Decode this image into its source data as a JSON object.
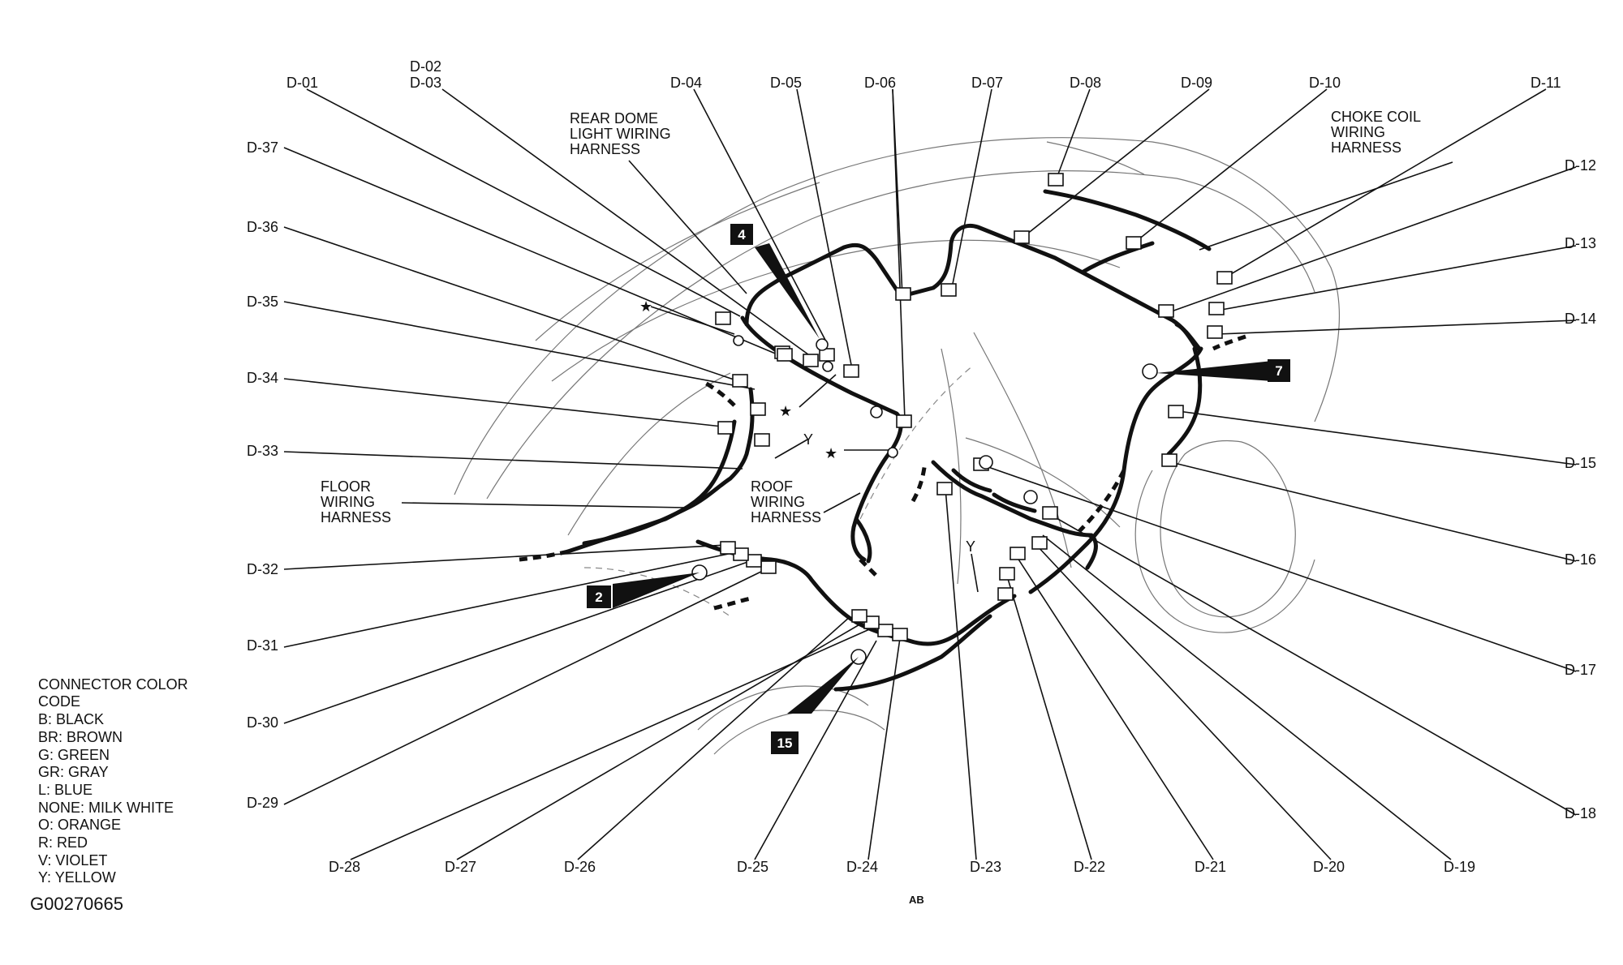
{
  "connectors_top": [
    "D-01",
    "D-02",
    "D-03",
    "D-04",
    "D-05",
    "D-06",
    "D-07",
    "D-08",
    "D-09",
    "D-10",
    "D-11"
  ],
  "connectors_right": [
    "D-12",
    "D-13",
    "D-14",
    "D-15",
    "D-16",
    "D-17",
    "D-18"
  ],
  "connectors_bottom": [
    "D-28",
    "D-27",
    "D-26",
    "D-25",
    "D-24",
    "D-23",
    "D-22",
    "D-21",
    "D-20",
    "D-19"
  ],
  "connectors_left": [
    "D-37",
    "D-36",
    "D-35",
    "D-34",
    "D-33",
    "D-32",
    "D-31",
    "D-30",
    "D-29"
  ],
  "harness_labels": {
    "rear_dome": [
      "REAR DOME",
      "LIGHT WIRING",
      "HARNESS"
    ],
    "choke_coil": [
      "CHOKE COIL",
      "WIRING",
      "HARNESS"
    ],
    "floor": [
      "FLOOR",
      "WIRING",
      "HARNESS"
    ],
    "roof": [
      "ROOF",
      "WIRING",
      "HARNESS"
    ]
  },
  "ground_badges": [
    "4",
    "7",
    "2",
    "15"
  ],
  "markers": {
    "star": "★",
    "yellow": "Y"
  },
  "legend": {
    "title": [
      "CONNECTOR COLOR",
      "CODE"
    ],
    "items": [
      "B: BLACK",
      "BR: BROWN",
      "G: GREEN",
      "GR: GRAY",
      "L: BLUE",
      "NONE: MILK WHITE",
      "O: ORANGE",
      "R: RED",
      "V: VIOLET",
      "Y: YELLOW"
    ]
  },
  "figure_code": "G00270665",
  "artist_mark": "AB"
}
